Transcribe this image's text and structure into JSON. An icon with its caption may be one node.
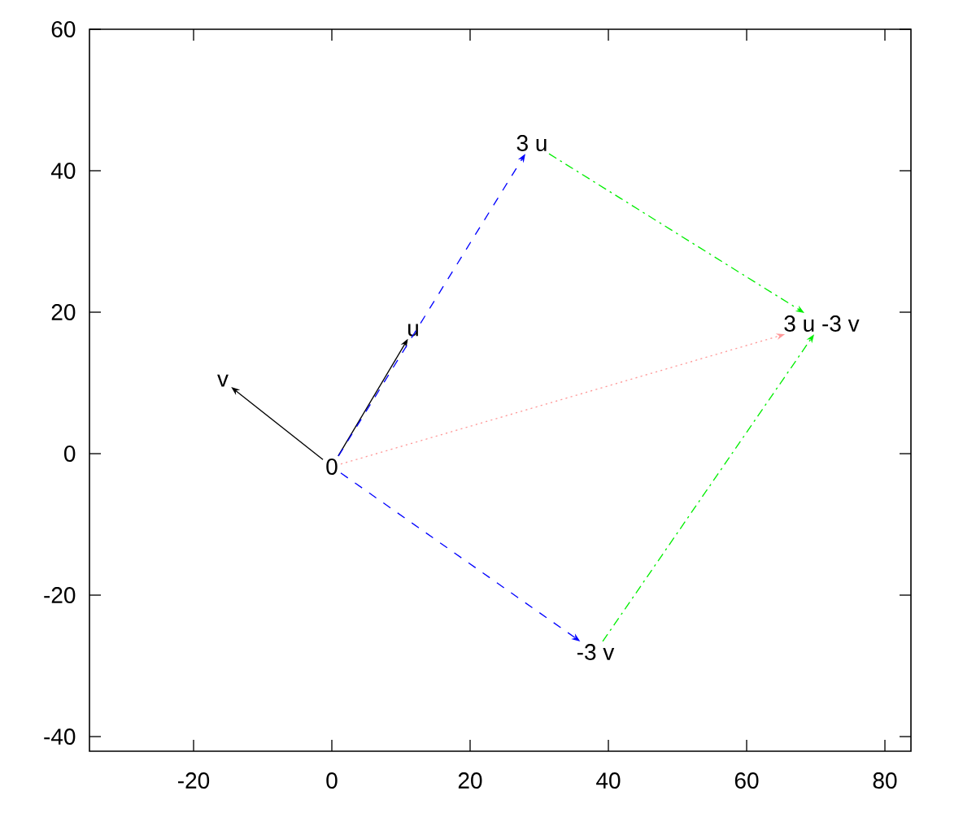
{
  "diagram": {
    "nodes": [
      {
        "text": [
          "0"
        ]
      },
      {
        "text": [
          "u"
        ]
      },
      {
        "text": [
          "v"
        ]
      },
      {
        "text": [
          "3 u"
        ]
      },
      {
        "text": [
          "-3 v"
        ]
      },
      {
        "text": [
          "3 u -3 v"
        ]
      }
    ],
    "edges": [
      {
        "from": 0,
        "to": 1,
        "arrow": "to"
      },
      {
        "from": 0,
        "to": 2,
        "arrow": "to"
      },
      {
        "from": 0,
        "to": 3,
        "arrow": "to",
        "style": "dashed",
        "color": "#0000ff"
      },
      {
        "from": 0,
        "to": 4,
        "arrow": "to",
        "style": "dashed",
        "color": "#0000ff"
      },
      {
        "from": 3,
        "to": 5,
        "arrow": "to",
        "style": "dashed",
        "color": "#00ee00"
      },
      {
        "from": 4,
        "to": 5,
        "arrow": "to",
        "style": "dashed",
        "color": "#00ee00"
      },
      {
        "from": 0,
        "to": 5,
        "arrow": "to",
        "style": "dashed",
        "color": "#ff9999"
      }
    ],
    "labels": [
      "60",
      "40",
      "20",
      "0",
      "-20",
      "-40",
      "-20",
      "0",
      "20",
      "40",
      "60",
      "80"
    ]
  }
}
